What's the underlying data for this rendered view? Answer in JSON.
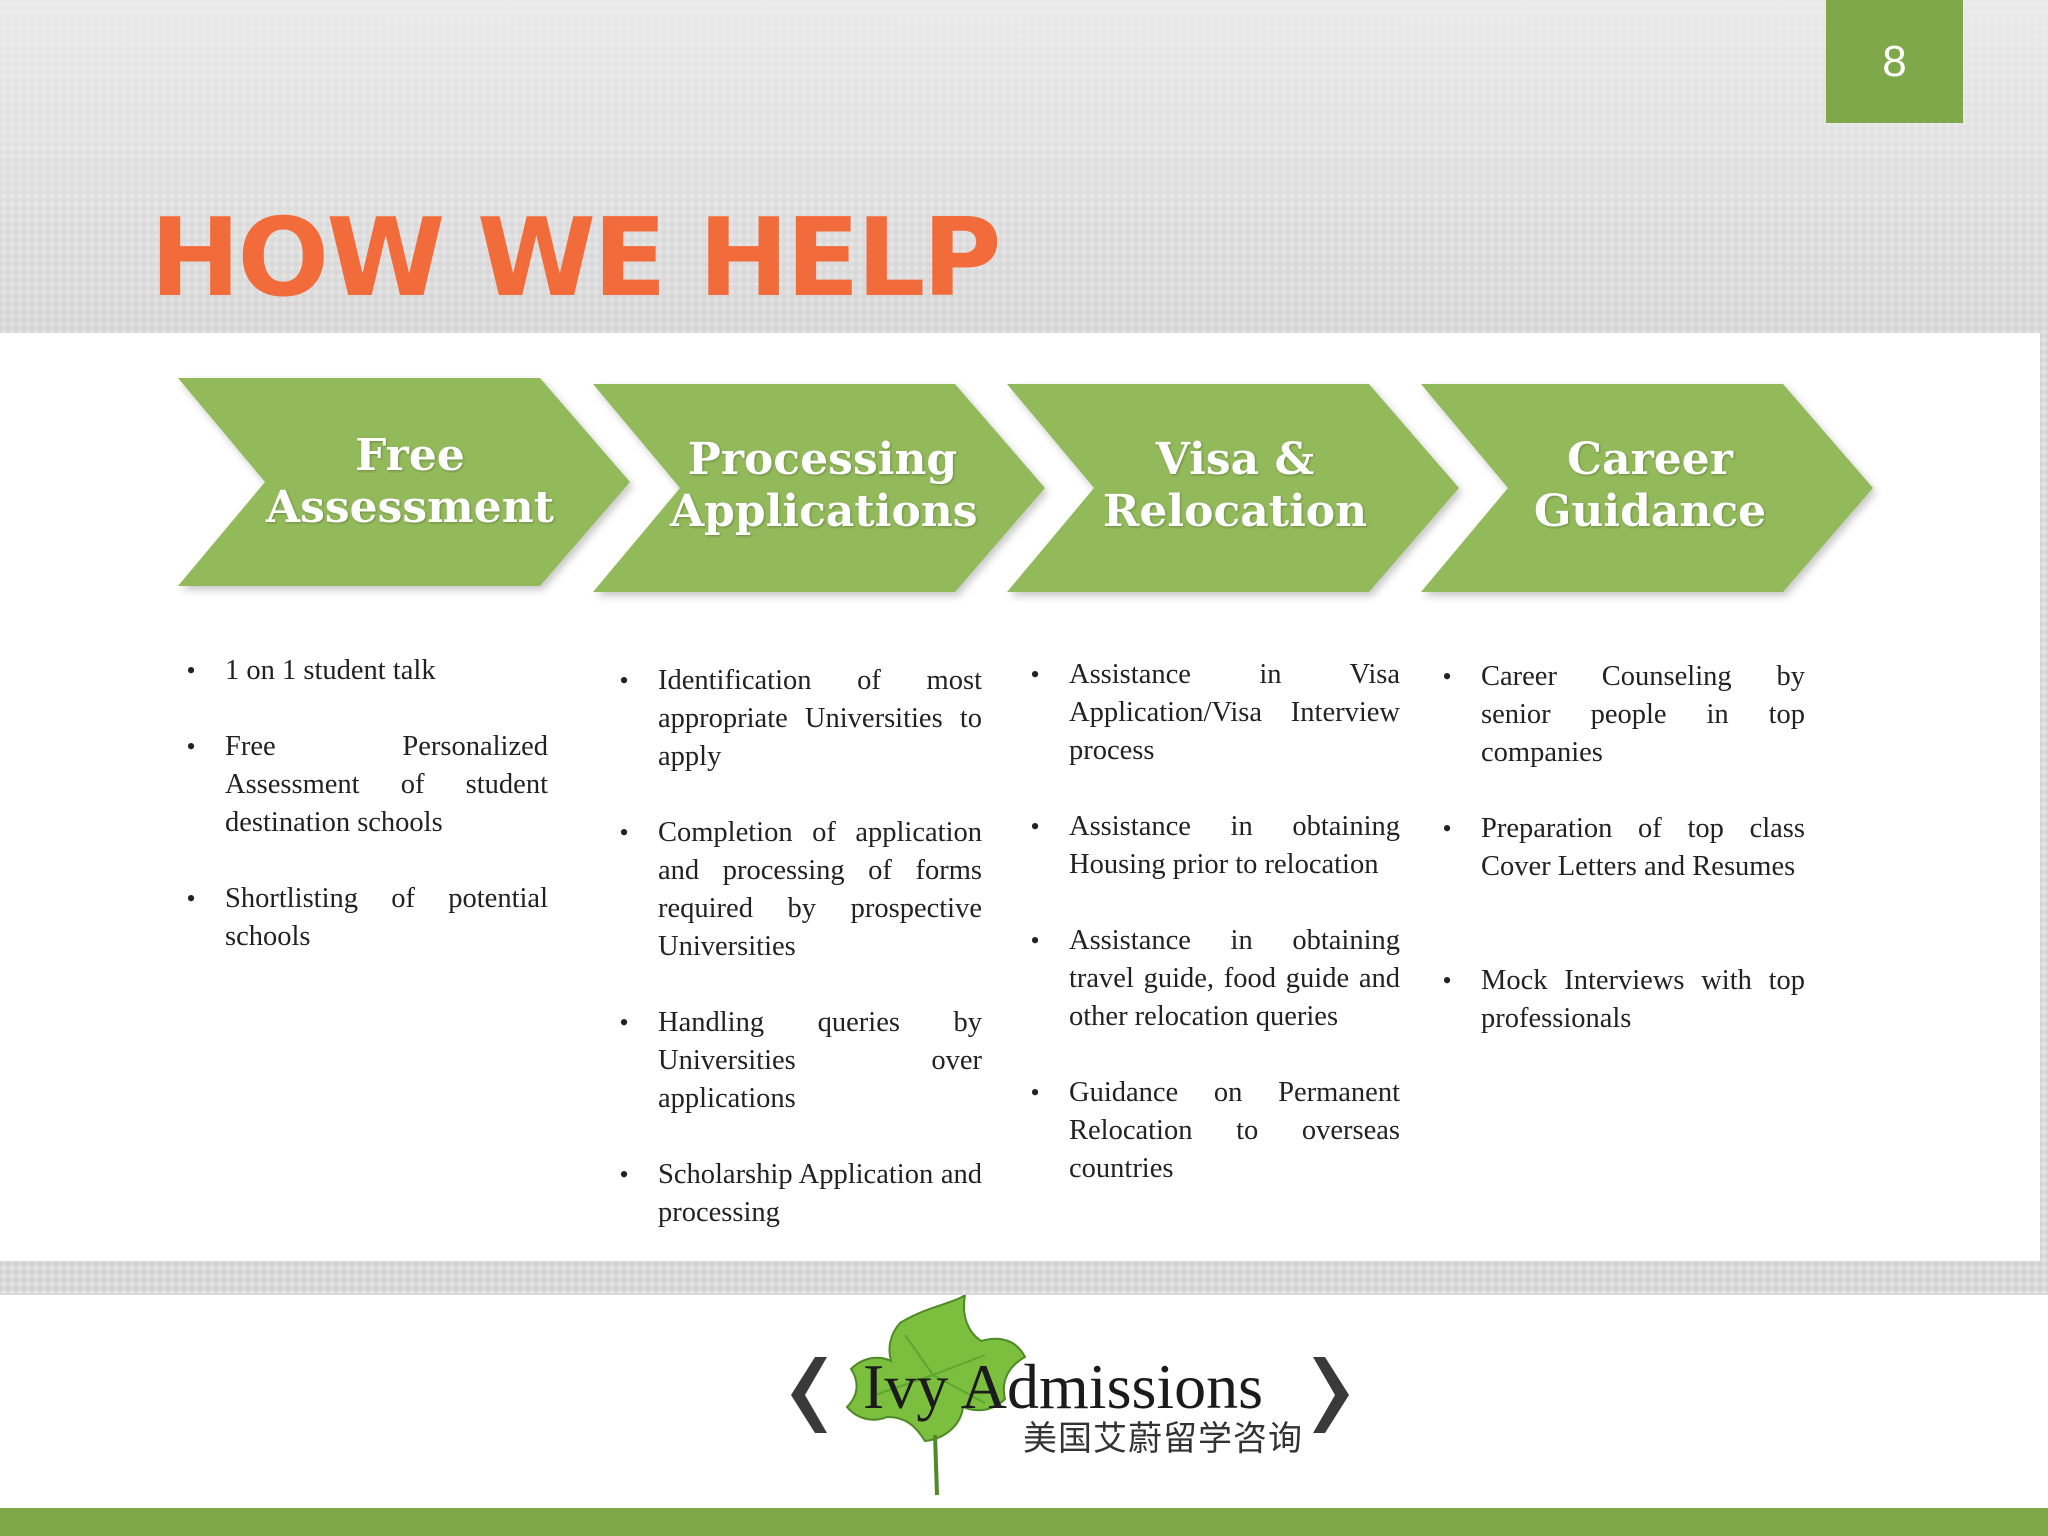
{
  "slide": {
    "page_number": "8",
    "title": "HOW WE HELP",
    "accent_color": "#7fa84a",
    "title_color": "#f26b3a"
  },
  "steps": [
    {
      "label_line1": "Free",
      "label_line2": "Assessment",
      "bullets": [
        "1 on 1 student talk",
        "Free Personalized Assessment of student destination schools",
        "Shortlisting of potential schools"
      ]
    },
    {
      "label_line1": "Processing",
      "label_line2": "Applications",
      "bullets": [
        "Identification of most appropriate Universities to apply",
        "Completion of application and processing of forms required by prospective Universities",
        "Handling queries by Universities over applications",
        "Scholarship Application and processing"
      ]
    },
    {
      "label_line1": "Visa &",
      "label_line2": "Relocation",
      "bullets": [
        "Assistance in Visa Application/Visa Interview process",
        "Assistance in obtaining Housing prior to relocation",
        "Assistance in obtaining travel guide, food guide and other relocation queries",
        "Guidance on Permanent Relocation to overseas countries"
      ]
    },
    {
      "label_line1": "Career",
      "label_line2": "Guidance",
      "bullets": [
        "Career Counseling by senior people in top companies",
        "Preparation of top class Cover Letters and Resumes",
        "Mock Interviews with top professionals"
      ]
    }
  ],
  "logo": {
    "name": "Ivy Admissions",
    "chinese_name": "美国艾蔚留学咨询",
    "icon": "ivy-leaf-icon"
  },
  "nav": {
    "prev_icon": "chevron-left-icon",
    "next_icon": "chevron-right-icon"
  }
}
